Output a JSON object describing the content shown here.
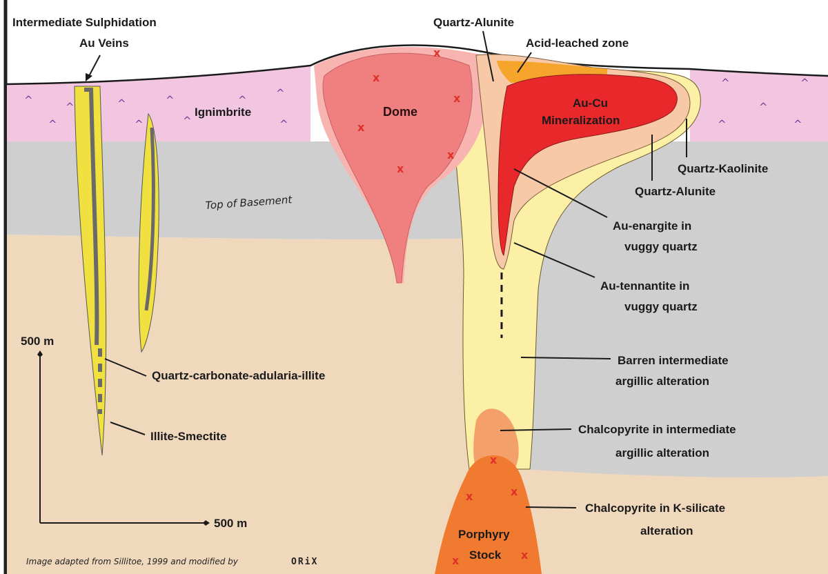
{
  "labels": {
    "intermediate_sulphidation": "Intermediate Sulphidation",
    "au_veins": "Au Veins",
    "ignimbrite": "Ignimbrite",
    "top_of_basement": "Top of Basement",
    "dome": "Dome",
    "quartz_alunite_top": "Quartz-Alunite",
    "acid_leached_zone": "Acid-leached zone",
    "au_cu": "Au-Cu",
    "mineralization": "Mineralization",
    "quartz_kaolinite": "Quartz-Kaolinite",
    "quartz_alunite_right": "Quartz-Alunite",
    "au_enargite_1": "Au-enargite in",
    "au_enargite_2": "vuggy quartz",
    "au_tennantite_1": "Au-tennantite in",
    "au_tennantite_2": "vuggy quartz",
    "barren_1": "Barren intermediate",
    "barren_2": "argillic alteration",
    "chalco_int_1": "Chalcopyrite in intermediate",
    "chalco_int_2": "argillic alteration",
    "chalco_k_1": "Chalcopyrite in K-silicate",
    "chalco_k_2": "alteration",
    "porphyry": "Porphyry",
    "stock": "Stock",
    "qcai": "Quartz-carbonate-adularia-illite",
    "illite_smectite": "Illite-Smectite",
    "scale_v": "500 m",
    "scale_h": "500 m",
    "credit": "Image adapted from Sillitoe, 1999 and modified by",
    "brand": "ORiX"
  },
  "colors": {
    "ignimbrite": "#f2c6e0",
    "basement_grey": "#cfcfcf",
    "lower_tan": "#f0d8bd",
    "dome": "#f08080",
    "dome_halo": "#f7b4b0",
    "argillic": "#fbf0a6",
    "acid_leached": "#f5a52c",
    "au_cu": "#e8282a",
    "quartz_zone": "#f8c9a6",
    "porphyry": "#f07a30",
    "chalco_int": "#f4a06a",
    "vein": "#f0e040",
    "vein_core": "#6a6a6a"
  }
}
